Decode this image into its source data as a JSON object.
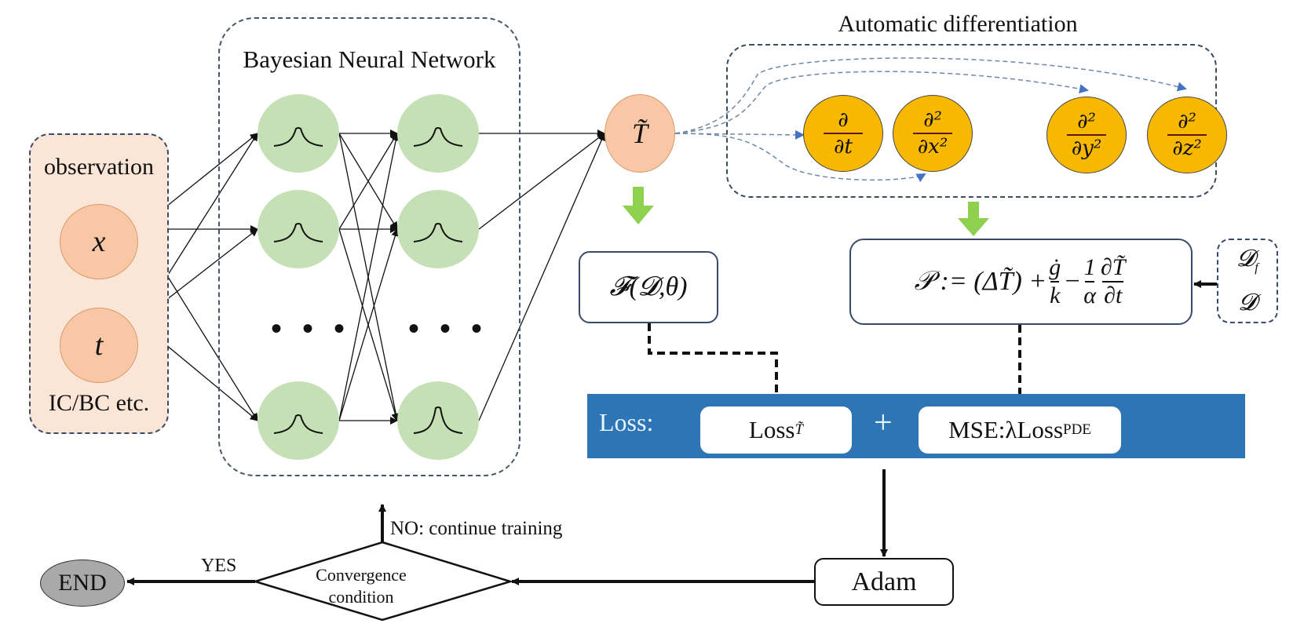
{
  "observation": {
    "title": "observation",
    "inputs": [
      {
        "symbol": "x"
      },
      {
        "symbol": "t"
      }
    ],
    "footer": "IC/BC etc."
  },
  "bnn": {
    "title": "Bayesian Neural Network",
    "ellipsis": "• • •",
    "layers": 2,
    "nodes_per_layer_visible": 3
  },
  "output_node": {
    "symbol": "T̃"
  },
  "autodiff": {
    "title": "Automatic differentiation",
    "operators": [
      {
        "top": "∂",
        "bottom": "∂t"
      },
      {
        "top": "∂²",
        "bottom": "∂x²"
      },
      {
        "top": "∂²",
        "bottom": "∂y²"
      },
      {
        "top": "∂²",
        "bottom": "∂z²"
      }
    ]
  },
  "data_fit": {
    "expr": "𝓕(𝓓,θ)"
  },
  "pde_residual": {
    "lhs": "𝒫 := (ΔT̃) +",
    "frac1_num": "ġ",
    "frac1_den": "k",
    "minus": "−",
    "frac2_num": "1",
    "frac2_den": "α",
    "frac3_num": "∂T̃",
    "frac3_den": "∂t"
  },
  "datasets": {
    "items": [
      "𝓓",
      "𝓓"
    ],
    "subscripts": [
      "f",
      ""
    ]
  },
  "loss": {
    "label": "Loss:",
    "term1_base": "Loss",
    "term1_sub": "T̃",
    "plus": "+",
    "term2_base": "MSE:λLoss",
    "term2_sub": "PDE"
  },
  "optimizer": {
    "label": "Adam"
  },
  "decision": {
    "line1": "Convergence",
    "line2": "condition",
    "yes": "YES",
    "no": "NO: continue training"
  },
  "end": {
    "label": "END"
  },
  "colors": {
    "input_node": "#f8c8a6",
    "hidden_node": "#c5e0b4",
    "deriv_node": "#f8b800",
    "loss_band": "#2e75b6",
    "green_arrow": "#8fd14f",
    "dashed_border": "#3f4b5e"
  }
}
